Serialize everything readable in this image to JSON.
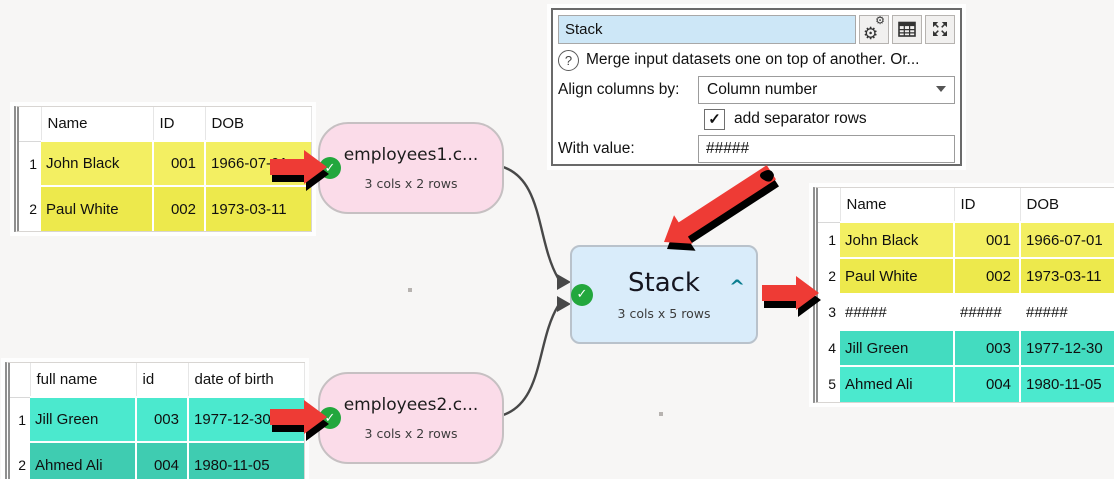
{
  "panel": {
    "title_value": "Stack",
    "help_text": "Merge input datasets one on top of another. Or...",
    "align_label": "Align columns by:",
    "align_value": "Column number",
    "separator_checkbox_label": "add separator rows",
    "separator_checked": true,
    "with_value_label": "With value:",
    "with_value_value": "#####"
  },
  "icons": {
    "check": "✓",
    "help": "?",
    "gear": "⚙"
  },
  "nodes": {
    "employees1": {
      "label": "employees1.c...",
      "size": "3 cols x 2 rows",
      "status": "ok"
    },
    "employees2": {
      "label": "employees2.c...",
      "size": "3 cols x 2 rows",
      "status": "ok"
    },
    "stack": {
      "label": "Stack",
      "size": "3 cols x 5 rows",
      "status": "ok",
      "collapse_caret": "^"
    }
  },
  "tables": {
    "input1": {
      "headers": [
        "Name",
        "ID",
        "DOB"
      ],
      "rows": [
        [
          "1",
          "John Black",
          "001",
          "1966-07-01"
        ],
        [
          "2",
          "Paul White",
          "002",
          "1973-03-11"
        ]
      ]
    },
    "input2": {
      "headers": [
        "full name",
        "id",
        "date of birth"
      ],
      "rows": [
        [
          "1",
          "Jill Green",
          "003",
          "1977-12-30"
        ],
        [
          "2",
          "Ahmed Ali",
          "004",
          "1980-11-05"
        ]
      ]
    },
    "output": {
      "headers": [
        "Name",
        "ID",
        "DOB"
      ],
      "rows": [
        [
          "1",
          "John Black",
          "001",
          "1966-07-01"
        ],
        [
          "2",
          "Paul White",
          "002",
          "1973-03-11"
        ],
        [
          "3",
          "#####",
          "#####",
          "#####"
        ],
        [
          "4",
          "Jill Green",
          "003",
          "1977-12-30"
        ],
        [
          "5",
          "Ahmed Ali",
          "004",
          "1980-11-05"
        ]
      ]
    }
  },
  "colors": {
    "row_yellow": "#f3ef62",
    "row_yellow_alt": "#ede94c",
    "row_teal": "#4be9ce",
    "row_teal_alt": "#3fccb1",
    "node_pink": "#fbdce9",
    "node_blue": "#d9ecfa",
    "status_green": "#23a73d",
    "annotation_red": "#ee3b35",
    "title_input_blue": "#cde7f7",
    "caret_teal": "#0b7e90"
  }
}
